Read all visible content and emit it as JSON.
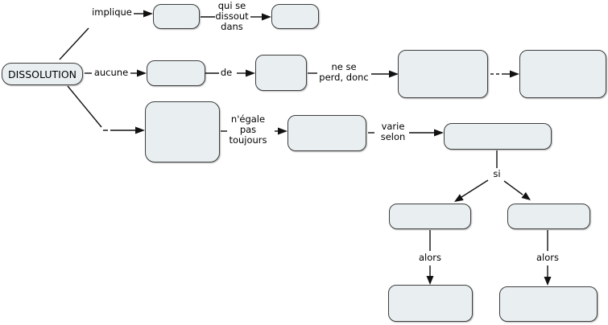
{
  "root": {
    "label": "DISSOLUTION"
  },
  "link_labels": {
    "implique": "implique",
    "qui_se_dissout_dans": "qui se\ndissout\ndans",
    "aucune": "aucune",
    "de": "de",
    "ne_se_perd_donc": "ne se\nperd, donc",
    "n_egale_pas_toujours": "n'égale\npas\ntoujours",
    "varie_selon": "varie\nselon",
    "si": "si",
    "alors_left": "alors",
    "alors_right": "alors"
  },
  "colors": {
    "node_fill": "#e9eff1",
    "node_border": "#3d3d3d",
    "connector": "#111111",
    "background": "#ffffff",
    "text": "#000000"
  }
}
